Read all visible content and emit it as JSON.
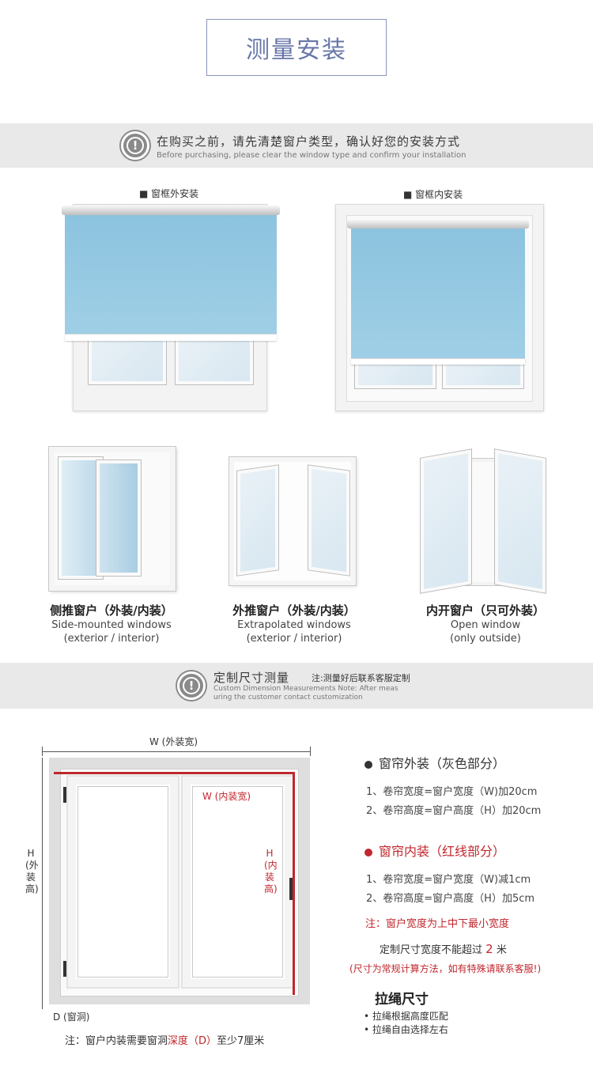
{
  "title": "测量安装",
  "band1": {
    "cn": "在购买之前，请先清楚窗户类型，确认好您的安装方式",
    "en": "Before purchasing, please clear the window type and confirm your installation"
  },
  "install_types": [
    {
      "label": "■ 窗框外安装"
    },
    {
      "label": "■ 窗框内安装"
    }
  ],
  "window_types": [
    {
      "cn": "侧推窗户（外装/内装）",
      "en1": "Side-mounted windows",
      "en2": "(exterior / interior)"
    },
    {
      "cn": "外推窗户（外装/内装）",
      "en1": "Extrapolated windows",
      "en2": "(exterior / interior)"
    },
    {
      "cn": "内开窗户（只可外装）",
      "en1": "Open window",
      "en2": "(only outside)"
    }
  ],
  "band2": {
    "cn": "定制尺寸测量",
    "note": "注:测量好后联系客服定制",
    "en1": "Custom Dimension Measurements Note: After meas",
    "en2": "uring the customer contact customization"
  },
  "diagram": {
    "w_outer": "W (外装宽)",
    "w_inner": "W (内装宽)",
    "h_outer_1": "H",
    "h_outer_2": "(外",
    "h_outer_3": "装",
    "h_outer_4": "高)",
    "h_inner_1": "H",
    "h_inner_2": "(内",
    "h_inner_3": "装",
    "h_inner_4": "高)",
    "depth": "D (窗洞)",
    "note_a": "注：窗户内装需要窗洞",
    "note_b": "深度（D）",
    "note_c": "至少7厘米"
  },
  "specs": {
    "outer_title": "窗帘外装（灰色部分）",
    "outer_1": "1、卷帘宽度=窗户宽度（W)加20cm",
    "outer_2": "2、卷帘高度=窗户高度（H）加20cm",
    "inner_title": "窗帘内装（红线部分）",
    "inner_1": "1、卷帘宽度=窗户宽度（W)减1cm",
    "inner_2": "2、卷帘高度=窗户高度（H）加5cm",
    "inner_note": "注：窗户宽度为上中下最小宽度",
    "max_a": "定制尺寸宽度不能超过",
    "max_b": "2",
    "max_c": "米",
    "special": "(尺寸为常规计算方法，如有特殊请联系客服!)"
  },
  "cord": {
    "title": "拉绳尺寸",
    "item1": "• 拉绳根据高度匹配",
    "item2": "• 拉绳自由选择左右"
  }
}
